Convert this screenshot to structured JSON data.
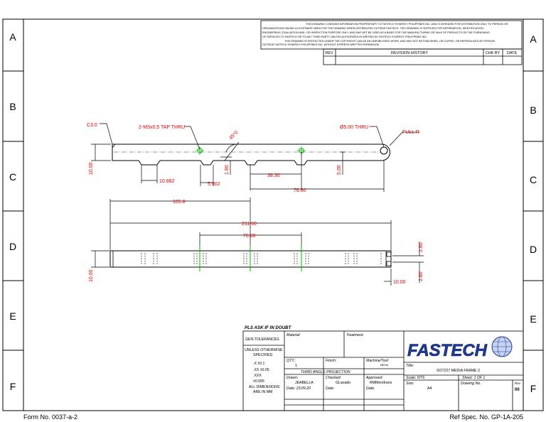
{
  "zones": {
    "rows": [
      "A",
      "B",
      "C",
      "D",
      "E",
      "F"
    ]
  },
  "notice": {
    "line1": "THIS DRAWING CONTAINS INFORMATION PROPRIETARY TO FASTECH SYNERGY PHILIPPINES INC. AND IS INTENDED FOR DISTRIBUTION ONLY TO PERSON OR",
    "line2": "ORGANIZATIONS HAVING A LEGITIMATE NEED FOR THE DRAWING WHEN DISTRIBUTED OUTSIDE FASTECH. THIS DRAWING IS SUPPLIED FOR INFORMATION, IDENTIFICATION,",
    "line3": "ENGINEERING, EVALUATION AND / OR INSPECTION PURPOSE ONLY, AND MAY NOT BE USED AS A BASIS FOR THE MANUFACTURING OR SALE OF PRODUCTS OR THE FURNISHING",
    "line4": "OF SERVICES TO FASTECH OR TO ANY THIRD PARTY UNLESS AUTHORIZED IN WRITING BY FASTECH SYNERGY PHILIPPINES INC.",
    "line5": "THIS DRAWING IS PROTECTED UNDER THE COPYRIGHT LAW AS AN UNPUBLISHED WORK, AND MAY NOT BE PUBLISHED, OR COPIED, OR REPRODUCED BY PERSON",
    "line6": "OUTSIDE FASTECH SYNERGY PHILIPPINES INC. WITHOUT EXPRESS WRITTEN PERMISSION"
  },
  "revision": {
    "rev": "REV",
    "history": "REVISION HISTORY",
    "chk_by": "CHK BY",
    "date": "DATE"
  },
  "top_view": {
    "chamfer": "C3.0",
    "tap": "2-M3x0.5 TAP THRU",
    "angle": "45°0",
    "hole": "Ø5.00 THRU",
    "full_r": "FULL R",
    "d_10_00": "10.00",
    "d_10_882": "10.882",
    "d_1_80": "1.80",
    "d_5_902": "5.902",
    "d_38_30": "38.30",
    "d_5_00": "5.00",
    "d_76_60": "76.60"
  },
  "front_view": {
    "d_105_8": "105.8",
    "d_211_60": "211.60",
    "d_76_60": "76.60",
    "d_10_00_left": "10.00",
    "d_10_00_bottom": "10.00",
    "d_2_80_top": "2.80",
    "d_2_80_bottom": "2.80"
  },
  "title_block": {
    "ask": "PLS ASK IF IN DOUBT",
    "gen_tol": "GEN.TOLERANCES",
    "unless": "UNLESS OTHERWISE",
    "specified": "SPECIFIED",
    "tol_x": ".X      ±0.1",
    "tol_xx": ".XX    ±0.05",
    "tol_xxx_label": ".XXX",
    "tol_xxx_val": "±0.005",
    "all_dims": "ALL DIMENSIONS",
    "are_in_mm": "ARE IN MM",
    "material_label": "Material:",
    "treatment_label": "Treatment:",
    "qty_label": "QTY.:",
    "qty_value": "1",
    "finish_label": "Finish:",
    "machine_label": "Machine/Tool:",
    "machine_value": "MEDIA",
    "projection": "THIRD ANGLE PROJECTION",
    "drawn_label": "Drawn:",
    "drawn_value": "JEABELLA",
    "checked_label": "Checked:",
    "checked_value": "GLavado",
    "approved_label": "Approved:",
    "approved_value": "RMMendrano",
    "date_drawn": "Date: 23.09.20",
    "date_checked": "Date:",
    "date_approved": "Date:",
    "logo": "FASTECH",
    "title_label": "Title:",
    "title_value": "SOT227 MEDIA FRAME  2",
    "scale": "Scale:  NTS",
    "sheet": "Sheet:  1 OF 1",
    "size_label": "Size:",
    "size_value": "A4",
    "drawing_no_label": "Drawing No.",
    "rev_label": "Rev",
    "rev_value": "00"
  },
  "footer": {
    "form_no": "Form No. 0037-a-2",
    "ref_spec": "Ref Spec. No. GP-1A-205"
  },
  "colors": {
    "dimension": "#e00000",
    "centerline": "#00c000",
    "logo_blue": "#1f3c99"
  }
}
